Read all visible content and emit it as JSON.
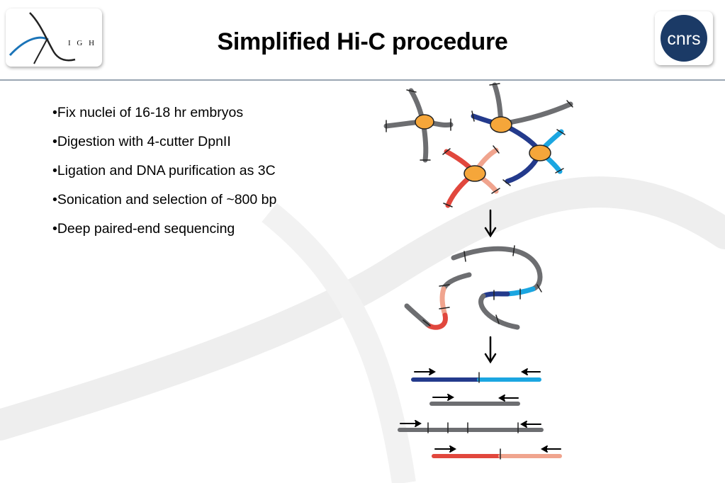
{
  "header": {
    "title": "Simplified Hi-C procedure",
    "left_logo_text": "I G H",
    "right_logo_text": "CNRS"
  },
  "bullets": [
    "•Fix nuclei of 16-18 hr embryos",
    "•Digestion with 4-cutter DpnII",
    "•Ligation and DNA purification as 3C",
    "•Sonication and selection of ~800 bp",
    "•Deep paired-end sequencing"
  ],
  "colors": {
    "gray": "#6d6e71",
    "navy": "#233a8c",
    "cyan": "#1ba6e1",
    "red": "#e1473d",
    "salmon": "#f0a48e",
    "orange": "#f5a63a",
    "rule": "#9aa6b3"
  },
  "icons": [
    "igh-logo-icon",
    "cnrs-logo-icon",
    "arrow-down-icon",
    "primer-arrow-icon"
  ]
}
